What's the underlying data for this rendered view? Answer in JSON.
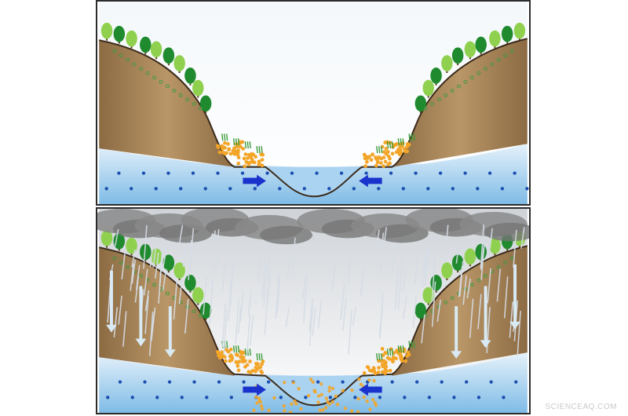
{
  "figure": {
    "panels": [
      {
        "id": "top",
        "condition": "dry",
        "rain": false,
        "clouds": false,
        "sediment_in_river": false
      },
      {
        "id": "bottom",
        "condition": "rainfall",
        "rain": true,
        "clouds": true,
        "sediment_in_river": true
      }
    ],
    "colors": {
      "sky_top": "#f4f8fb",
      "sky_bottom": "#ffffff",
      "groundwater_top": "#e6f2fb",
      "groundwater_bottom": "#7fbbe6",
      "groundwater_dots": "#1b4fb0",
      "slope_fill": "#b99667",
      "slope_dark": "#8c6b44",
      "riverbed_line": "#3a2a1a",
      "tree_light": "#8fd14f",
      "tree_dark": "#1f8a2e",
      "sediment": "#f3a528",
      "flow_arrow": "#1a33cc",
      "infiltration_arrow": "#d9eaf4",
      "cloud": "#8a8a8a",
      "rain": "#d6dde6"
    },
    "icons": [
      "tree-icon",
      "flow-arrow-icon",
      "infiltration-arrow-icon",
      "cloud-icon"
    ],
    "watermark": "SCIENCEAQ.COM"
  }
}
